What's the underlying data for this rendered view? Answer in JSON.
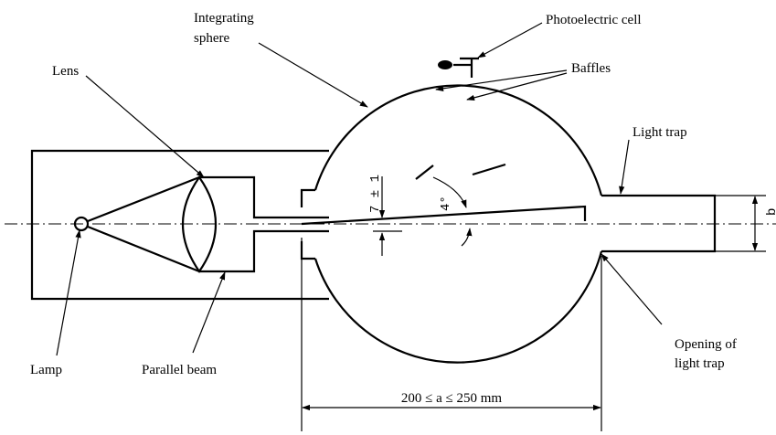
{
  "labels": {
    "integrating_sphere_1": "Integrating",
    "integrating_sphere_2": "sphere",
    "photoelectric_cell": "Photoelectric cell",
    "baffles": "Baffles",
    "lens": "Lens",
    "light_trap": "Light trap",
    "lamp": "Lamp",
    "parallel_beam": "Parallel beam",
    "opening_1": "Opening of",
    "opening_2": "light trap"
  },
  "dimensions": {
    "offset": "7 ± 1",
    "angle": "4°",
    "b": "b",
    "a_range": "200 ≤ a ≤ 250 mm"
  }
}
